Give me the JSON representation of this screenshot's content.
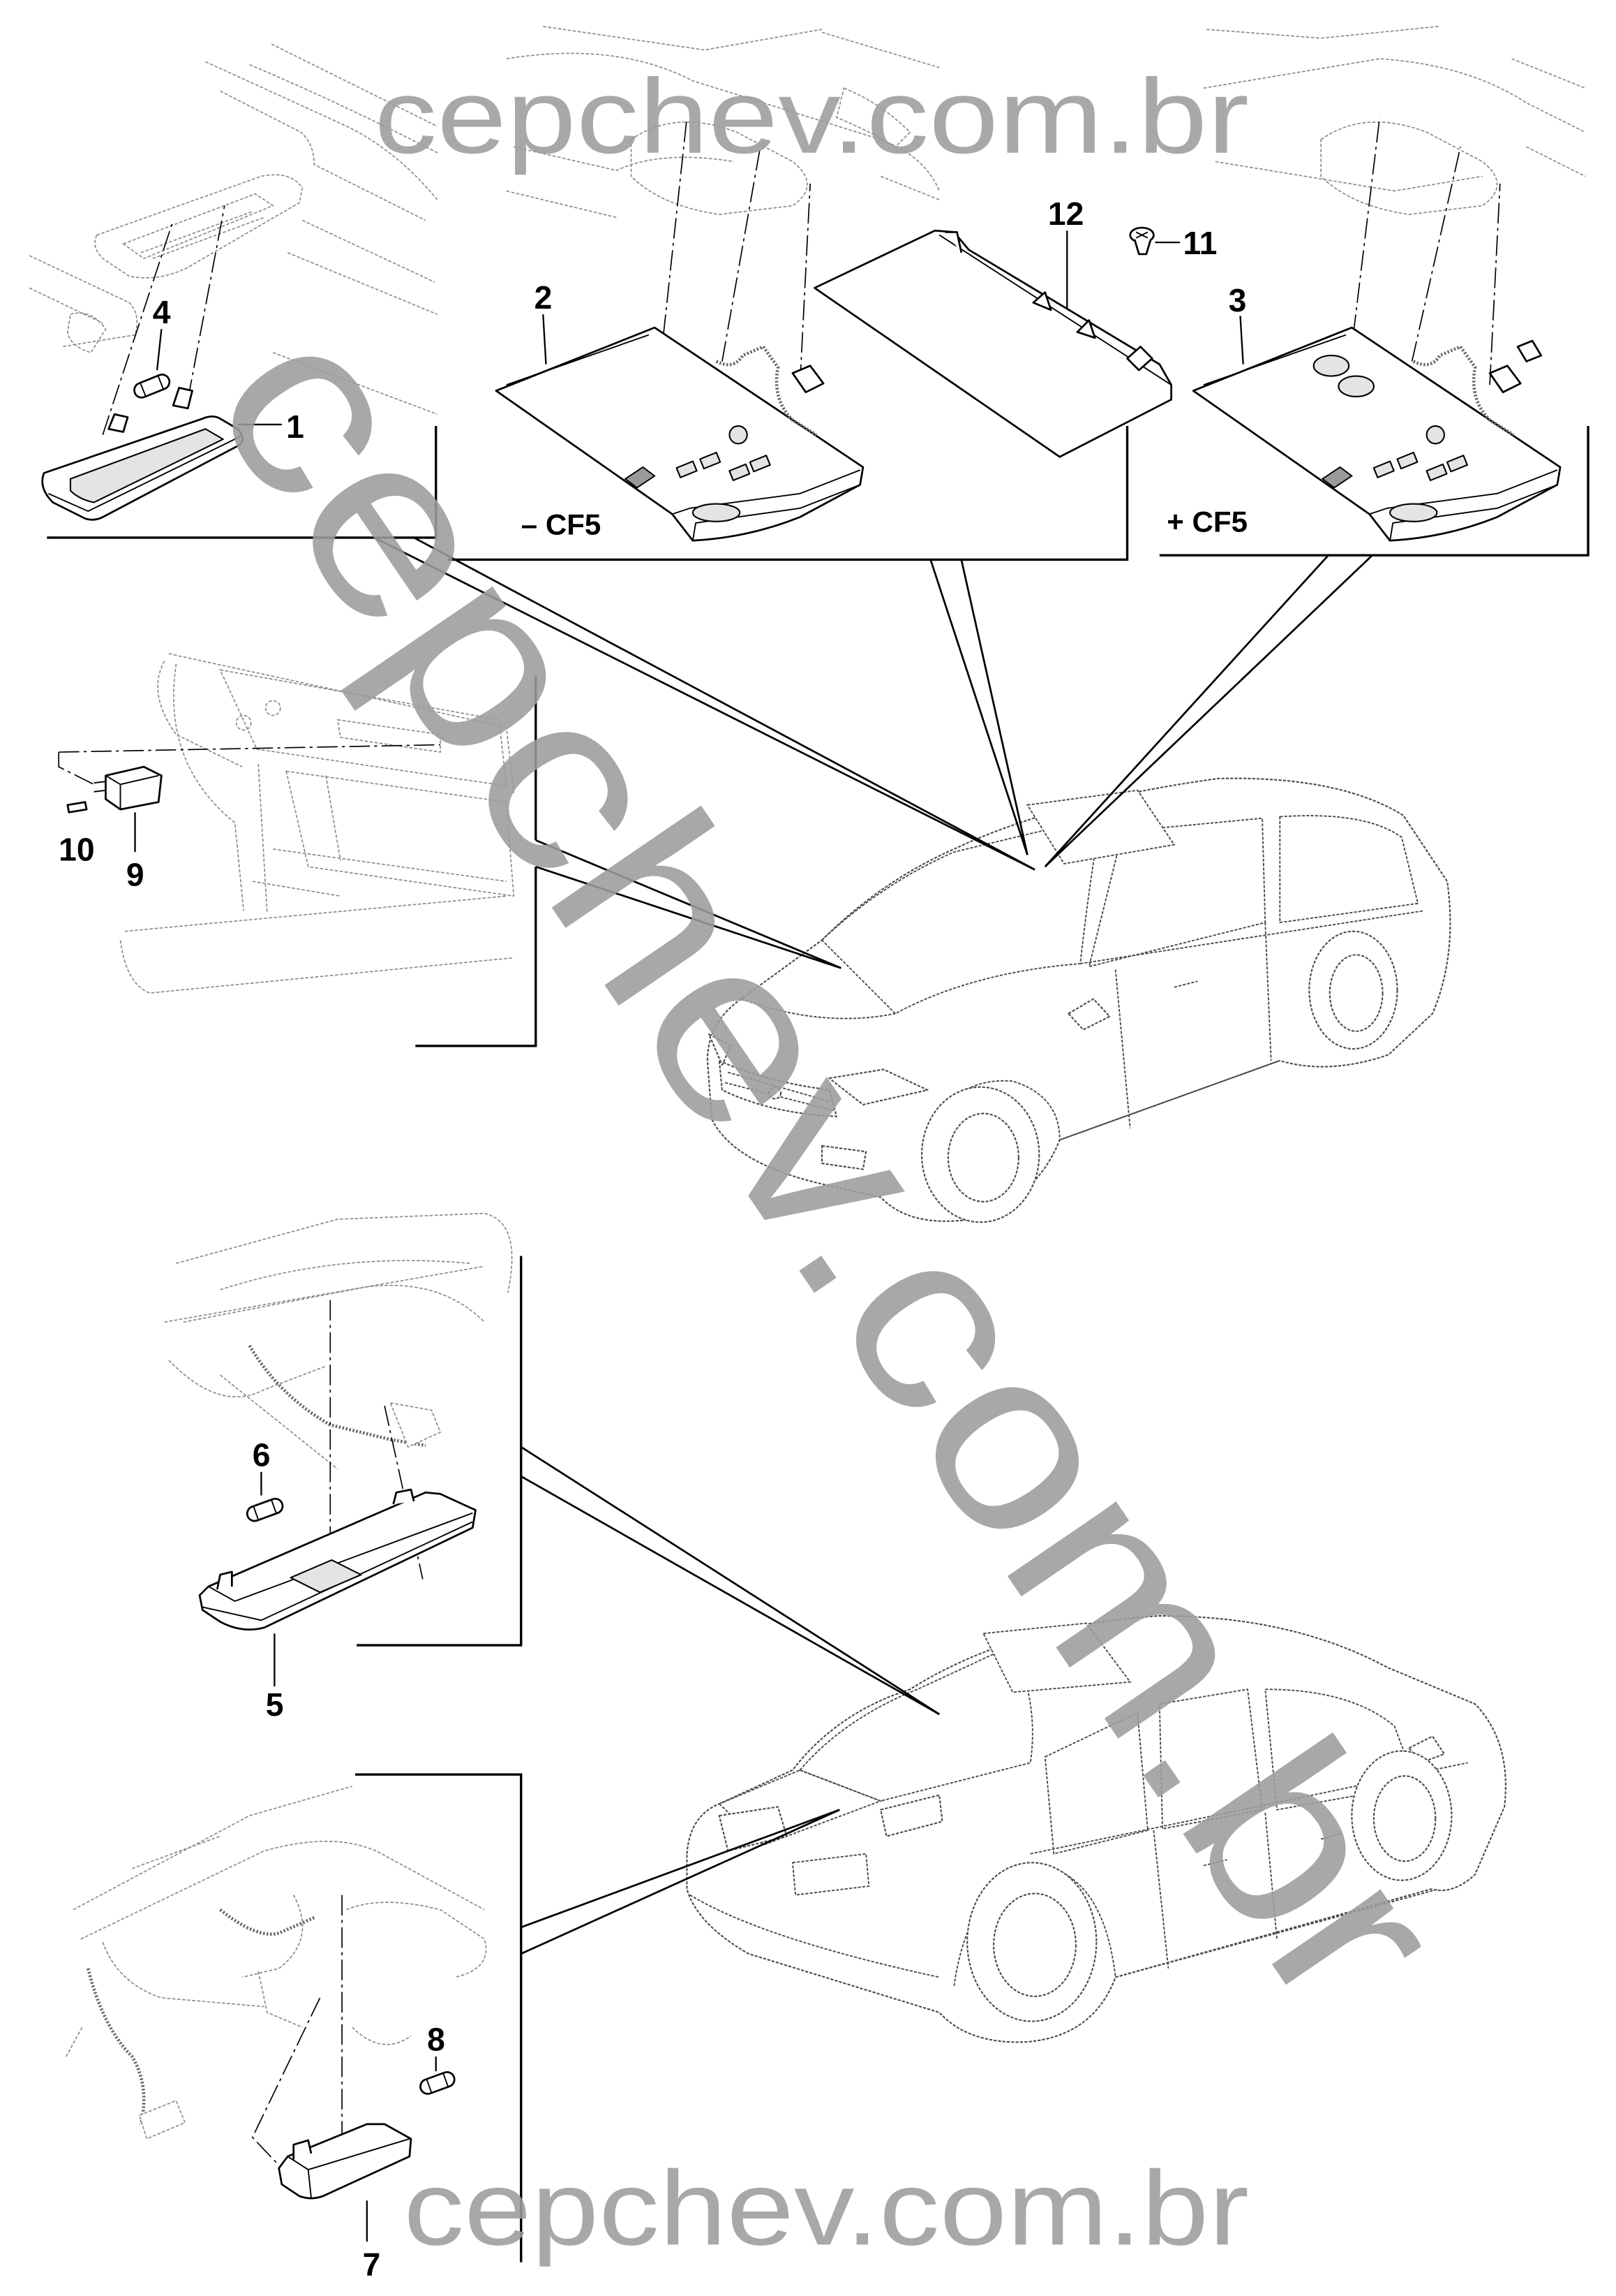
{
  "watermarks": {
    "top": "cepchev.com.br",
    "diagonal": "cepchev.com.br",
    "bottom": "cepchev.com.br"
  },
  "callouts": {
    "part_1": "1",
    "part_2": "2",
    "part_3": "3",
    "part_4": "4",
    "part_5": "5",
    "part_6": "6",
    "part_7": "7",
    "part_8": "8",
    "part_9": "9",
    "part_10": "10",
    "part_11": "11",
    "part_12": "12"
  },
  "variants": {
    "without_cf5": "– CF5",
    "with_cf5": "+ CF5"
  },
  "colors": {
    "line": "#000000",
    "sketch": "#8a8a8a",
    "car": "#4a4a4a",
    "watermark": "#9d9d9d"
  }
}
